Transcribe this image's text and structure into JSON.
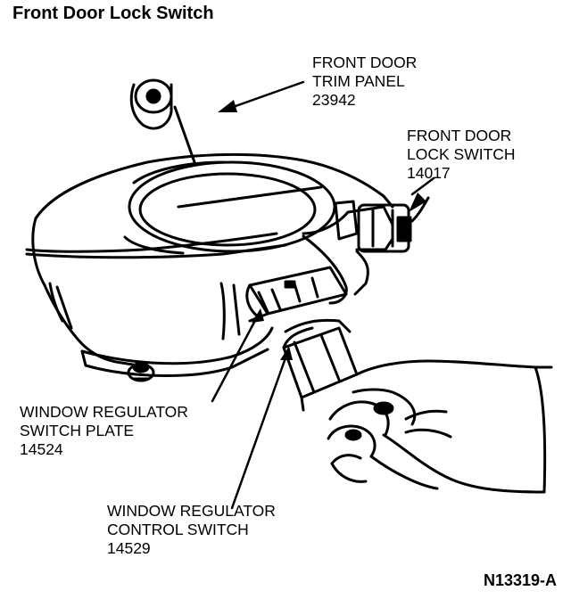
{
  "title": "Front Door Lock Switch",
  "callouts": {
    "trim_panel": {
      "line1": "FRONT DOOR",
      "line2": "TRIM PANEL",
      "number": "23942"
    },
    "lock_switch": {
      "line1": "FRONT DOOR",
      "line2": "LOCK SWITCH",
      "number": "14017"
    },
    "switch_plate": {
      "line1": "WINDOW REGULATOR",
      "line2": "SWITCH PLATE",
      "number": "14524"
    },
    "control_switch": {
      "line1": "WINDOW REGULATOR",
      "line2": "CONTROL SWITCH",
      "number": "14529"
    }
  },
  "figure_id": "N13319-A"
}
